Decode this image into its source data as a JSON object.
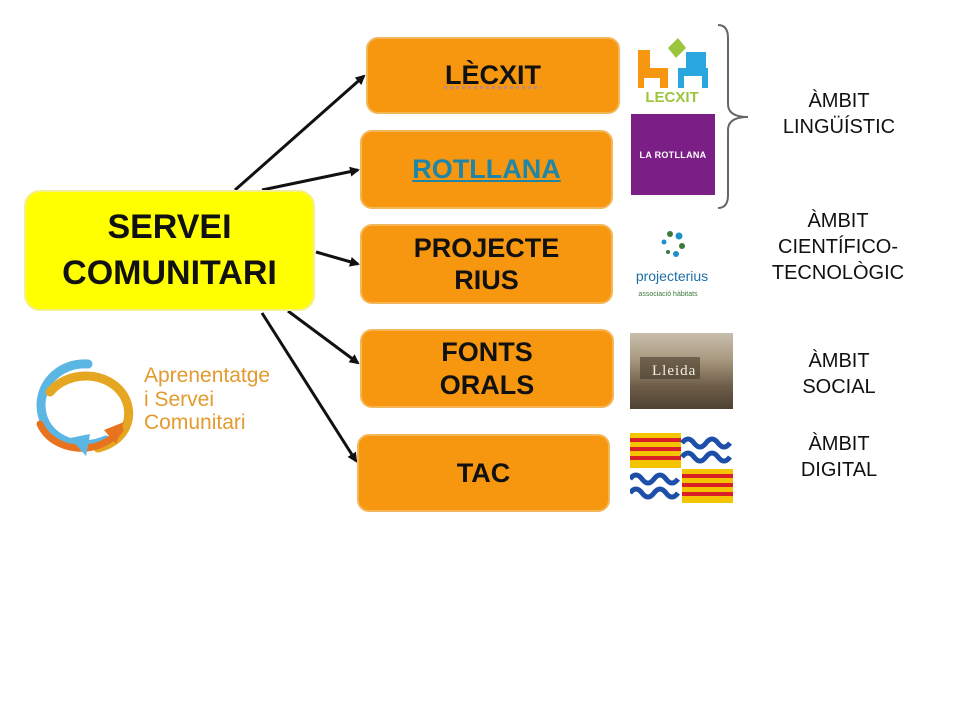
{
  "center": {
    "line1": "SERVEI",
    "line2": "COMUNITARI"
  },
  "nodes": [
    {
      "id": "lecxit",
      "label": "LÈCXIT"
    },
    {
      "id": "rotllana",
      "label": "ROTLLANA"
    },
    {
      "id": "projecte-rius",
      "line1": "PROJECTE",
      "line2": "RIUS"
    },
    {
      "id": "fonts-orals",
      "line1": "FONTS",
      "line2": "ORALS"
    },
    {
      "id": "tac",
      "label": "TAC"
    }
  ],
  "ambits": [
    {
      "line1": "ÀMBIT",
      "line2": "LINGÜÍSTIC"
    },
    {
      "line1": "ÀMBIT",
      "line2": "CIENTÍFICO-",
      "line3": "TECNOLÒGIC"
    },
    {
      "line1": "ÀMBIT",
      "line2": "SOCIAL"
    },
    {
      "line1": "ÀMBIT",
      "line2": "DIGITAL"
    }
  ],
  "aps_logo": {
    "line1": "Aprenentatge",
    "line2": "i Servei",
    "line3": "Comunitari"
  },
  "logos": {
    "lecxit": "LECXIT",
    "rotllana": "LA ROTLLANA",
    "rius_main": "projecterius",
    "rius_sub": "associació hàbitats",
    "fonts_orals": "Lleida"
  },
  "colors": {
    "orange": "#f7960f",
    "yellow": "#ffff00",
    "link": "#1f86a8",
    "purple": "#7b1f86"
  }
}
